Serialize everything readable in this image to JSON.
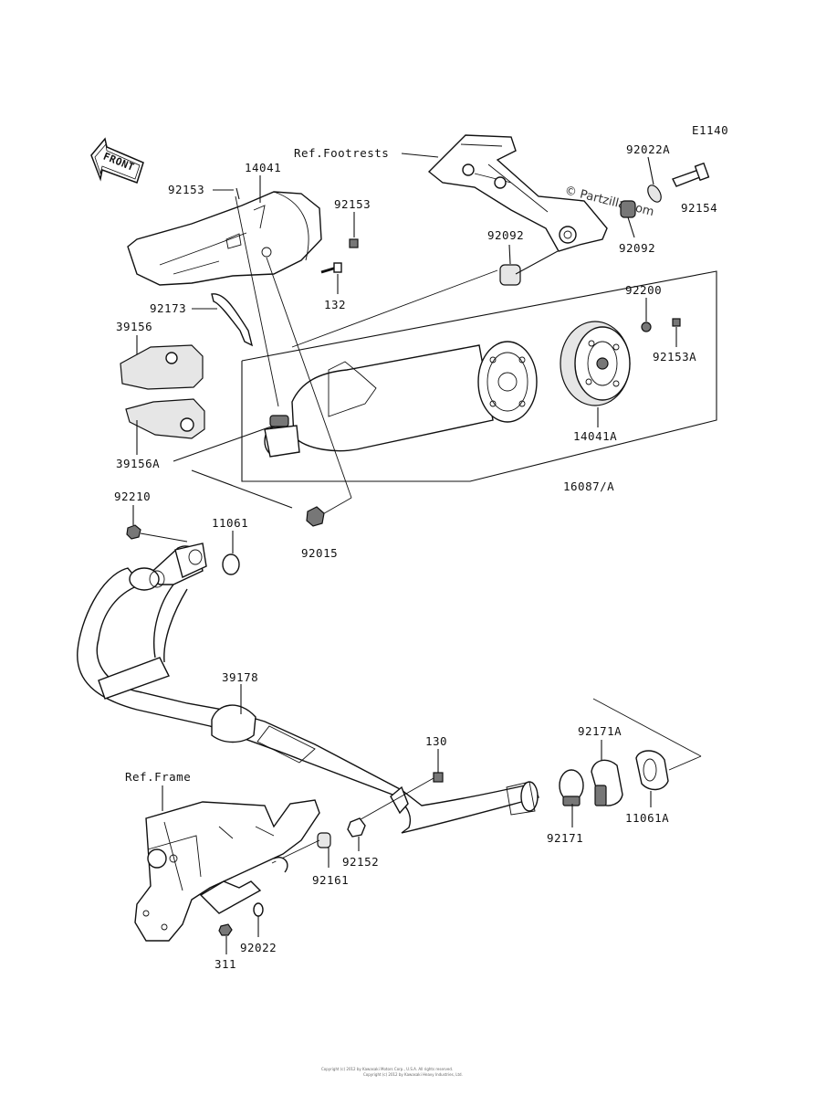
{
  "diagram_code": "E1140",
  "front_label": "FRONT",
  "watermark": "© Partzilla.com",
  "labels": {
    "ref_footrests": "Ref.Footrests",
    "ref_frame": "Ref.Frame",
    "p92022A": "92022A",
    "p92154": "92154",
    "p92092_a": "92092",
    "p92092_b": "92092",
    "p14041": "14041",
    "p92153_a": "92153",
    "p92153_b": "92153",
    "p132": "132",
    "p92173": "92173",
    "p39156": "39156",
    "p39156A": "39156A",
    "p92200": "92200",
    "p92153A": "92153A",
    "p14041A": "14041A",
    "p16087A": "16087/A",
    "p92210": "92210",
    "p11061": "11061",
    "p92015": "92015",
    "p39178": "39178",
    "p92171A": "92171A",
    "p130": "130",
    "p92171": "92171",
    "p11061A": "11061A",
    "p92152": "92152",
    "p92161": "92161",
    "p92022": "92022",
    "p311": "311"
  },
  "copyright_line1": "Copyright (c) 2012 by Kawasaki Motors Corp., U.S.A. All rights reserved.",
  "copyright_line2": "Copyright (c) 2012 by Kawasaki Heavy Industries, Ltd."
}
